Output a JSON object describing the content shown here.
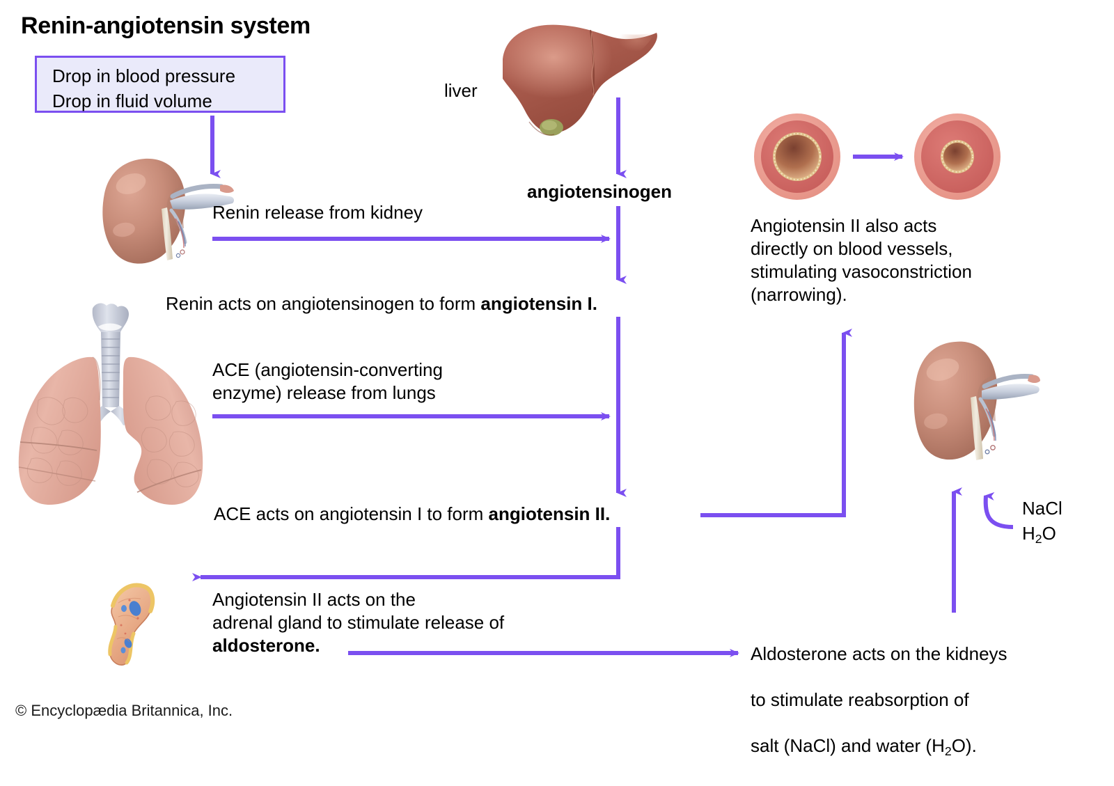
{
  "title": "Renin-angiotensin system",
  "accent_color": "#7b4ff0",
  "trigger_box": {
    "line1": "Drop in blood pressure",
    "line2": "Drop in fluid volume",
    "fill": "#eaeafa",
    "border": "#7b4ff0"
  },
  "labels": {
    "liver": "liver",
    "angiotensinogen": "angiotensinogen",
    "nacl": "NaCl",
    "h2o_prefix": "H",
    "h2o_sub": "2",
    "h2o_suffix": "O"
  },
  "steps": {
    "renin_release": "Renin release from kidney",
    "renin_acts_plain": "Renin acts on angiotensinogen to form ",
    "renin_acts_bold": "angiotensin I.",
    "ace_release": "ACE (angiotensin-converting\nenzyme) release from lungs",
    "ace_acts_plain": "ACE acts on angiotensin I to form ",
    "ace_acts_bold": "angiotensin II.",
    "vessel_effect": "Angiotensin II also acts\ndirectly on blood vessels,\nstimulating vasoconstriction\n(narrowing).",
    "adrenal_plain": "Angiotensin II acts on the\nadrenal gland to stimulate release of\n",
    "adrenal_bold": "aldosterone.",
    "aldosterone_line1": "Aldosterone acts on the kidneys",
    "aldosterone_line2": "to stimulate reabsorption of",
    "aldosterone_line3_a": "salt (NaCl) and water (H",
    "aldosterone_line3_sub": "2",
    "aldosterone_line3_b": "O)."
  },
  "organs": {
    "liver": "liver-illustration",
    "kidney_left": "kidney-illustration",
    "kidney_right": "kidney-illustration",
    "lungs": "lungs-illustration",
    "adrenal": "adrenal-gland-illustration",
    "vessel_dilated": "blood-vessel-cross-section-dilated",
    "vessel_constricted": "blood-vessel-cross-section-constricted"
  },
  "copyright": "© Encyclopædia Britannica, Inc."
}
